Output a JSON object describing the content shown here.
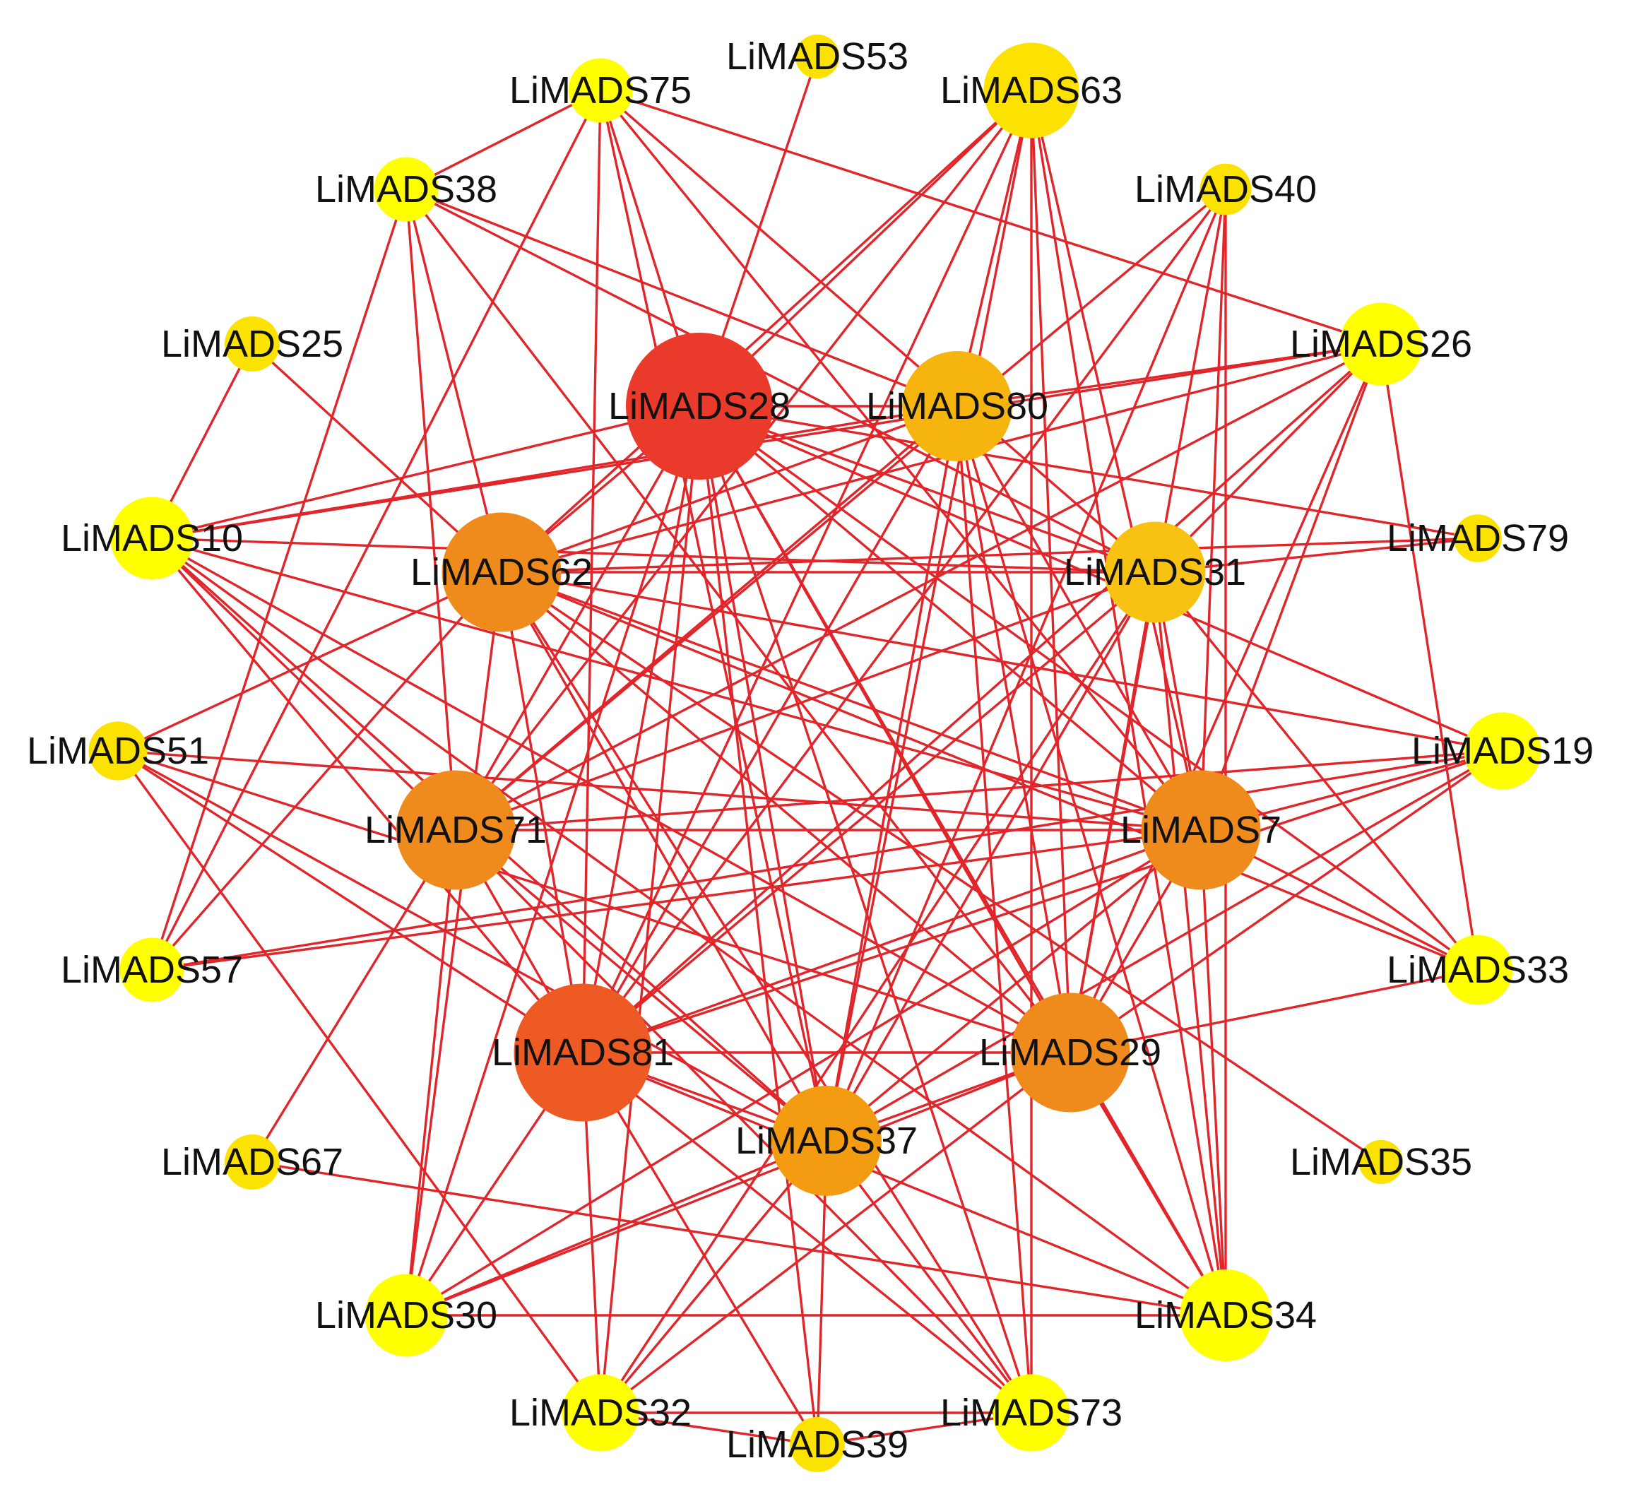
{
  "colors": {
    "edge": "#e0262a",
    "background": "#ffffff",
    "label": "#111111",
    "degree_scale": [
      "#ffff00",
      "#fce200",
      "#f7c212",
      "#f39c12",
      "#ef8a1c",
      "#ee5a24",
      "#ea3a2c"
    ]
  },
  "network": {
    "nodes": [
      {
        "id": "LiMADS28",
        "label": "LiMADS28",
        "color": "#ea3a2c",
        "size": 8
      },
      {
        "id": "LiMADS80",
        "label": "LiMADS80",
        "color": "#f5b50e",
        "size": 6
      },
      {
        "id": "LiMADS62",
        "label": "LiMADS62",
        "color": "#ef8a1c",
        "size": 6.5
      },
      {
        "id": "LiMADS31",
        "label": "LiMADS31",
        "color": "#f7c212",
        "size": 5.5
      },
      {
        "id": "LiMADS71",
        "label": "LiMADS71",
        "color": "#ef8a1c",
        "size": 6.5
      },
      {
        "id": "LiMADS7",
        "label": "LiMADS7",
        "color": "#ef8a1c",
        "size": 6.5
      },
      {
        "id": "LiMADS81",
        "label": "LiMADS81",
        "color": "#ee5a24",
        "size": 7.5
      },
      {
        "id": "LiMADS29",
        "label": "LiMADS29",
        "color": "#ef8a1c",
        "size": 6.5
      },
      {
        "id": "LiMADS37",
        "label": "LiMADS37",
        "color": "#f39c12",
        "size": 6
      },
      {
        "id": "LiMADS53",
        "label": "LiMADS53",
        "color": "#fce200",
        "size": 2.4
      },
      {
        "id": "LiMADS63",
        "label": "LiMADS63",
        "color": "#fce200",
        "size": 5.2
      },
      {
        "id": "LiMADS75",
        "label": "LiMADS75",
        "color": "#ffff00",
        "size": 3.5
      },
      {
        "id": "LiMADS38",
        "label": "LiMADS38",
        "color": "#ffff00",
        "size": 3.5
      },
      {
        "id": "LiMADS40",
        "label": "LiMADS40",
        "color": "#fce200",
        "size": 2.8
      },
      {
        "id": "LiMADS25",
        "label": "LiMADS25",
        "color": "#fce200",
        "size": 3
      },
      {
        "id": "LiMADS26",
        "label": "LiMADS26",
        "color": "#ffff00",
        "size": 4.5
      },
      {
        "id": "LiMADS10",
        "label": "LiMADS10",
        "color": "#ffff00",
        "size": 4.5
      },
      {
        "id": "LiMADS79",
        "label": "LiMADS79",
        "color": "#fce200",
        "size": 2.6
      },
      {
        "id": "LiMADS51",
        "label": "LiMADS51",
        "color": "#fce200",
        "size": 3.2
      },
      {
        "id": "LiMADS19",
        "label": "LiMADS19",
        "color": "#ffff00",
        "size": 4.2
      },
      {
        "id": "LiMADS57",
        "label": "LiMADS57",
        "color": "#ffff00",
        "size": 3.5
      },
      {
        "id": "LiMADS33",
        "label": "LiMADS33",
        "color": "#ffff00",
        "size": 3.8
      },
      {
        "id": "LiMADS67",
        "label": "LiMADS67",
        "color": "#fce200",
        "size": 3
      },
      {
        "id": "LiMADS35",
        "label": "LiMADS35",
        "color": "#fce200",
        "size": 2.4
      },
      {
        "id": "LiMADS30",
        "label": "LiMADS30",
        "color": "#ffff00",
        "size": 4.5
      },
      {
        "id": "LiMADS34",
        "label": "LiMADS34",
        "color": "#ffff00",
        "size": 5
      },
      {
        "id": "LiMADS32",
        "label": "LiMADS32",
        "color": "#ffff00",
        "size": 4.2
      },
      {
        "id": "LiMADS73",
        "label": "LiMADS73",
        "color": "#ffff00",
        "size": 4.2
      },
      {
        "id": "LiMADS39",
        "label": "LiMADS39",
        "color": "#fce200",
        "size": 3
      }
    ],
    "edges": [
      [
        "LiMADS28",
        "LiMADS75"
      ],
      [
        "LiMADS28",
        "LiMADS53"
      ],
      [
        "LiMADS28",
        "LiMADS63"
      ],
      [
        "LiMADS28",
        "LiMADS10"
      ],
      [
        "LiMADS28",
        "LiMADS80"
      ],
      [
        "LiMADS28",
        "LiMADS31"
      ],
      [
        "LiMADS28",
        "LiMADS79"
      ],
      [
        "LiMADS28",
        "LiMADS7"
      ],
      [
        "LiMADS28",
        "LiMADS19"
      ],
      [
        "LiMADS28",
        "LiMADS29"
      ],
      [
        "LiMADS28",
        "LiMADS81"
      ],
      [
        "LiMADS28",
        "LiMADS37"
      ],
      [
        "LiMADS28",
        "LiMADS71"
      ],
      [
        "LiMADS28",
        "LiMADS30"
      ],
      [
        "LiMADS28",
        "LiMADS32"
      ],
      [
        "LiMADS28",
        "LiMADS34"
      ],
      [
        "LiMADS28",
        "LiMADS73"
      ],
      [
        "LiMADS28",
        "LiMADS62"
      ],
      [
        "LiMADS28",
        "LiMADS33"
      ],
      [
        "LiMADS28",
        "LiMADS39"
      ],
      [
        "LiMADS80",
        "LiMADS63"
      ],
      [
        "LiMADS80",
        "LiMADS38"
      ],
      [
        "LiMADS80",
        "LiMADS26"
      ],
      [
        "LiMADS80",
        "LiMADS62"
      ],
      [
        "LiMADS80",
        "LiMADS7"
      ],
      [
        "LiMADS80",
        "LiMADS81"
      ],
      [
        "LiMADS80",
        "LiMADS37"
      ],
      [
        "LiMADS80",
        "LiMADS71"
      ],
      [
        "LiMADS80",
        "LiMADS29"
      ],
      [
        "LiMADS80",
        "LiMADS73"
      ],
      [
        "LiMADS80",
        "LiMADS10"
      ],
      [
        "LiMADS80",
        "LiMADS34"
      ],
      [
        "LiMADS62",
        "LiMADS63"
      ],
      [
        "LiMADS62",
        "LiMADS26"
      ],
      [
        "LiMADS62",
        "LiMADS38"
      ],
      [
        "LiMADS62",
        "LiMADS25"
      ],
      [
        "LiMADS62",
        "LiMADS31"
      ],
      [
        "LiMADS62",
        "LiMADS79"
      ],
      [
        "LiMADS62",
        "LiMADS7"
      ],
      [
        "LiMADS62",
        "LiMADS19"
      ],
      [
        "LiMADS62",
        "LiMADS29"
      ],
      [
        "LiMADS62",
        "LiMADS81"
      ],
      [
        "LiMADS62",
        "LiMADS37"
      ],
      [
        "LiMADS62",
        "LiMADS51"
      ],
      [
        "LiMADS62",
        "LiMADS57"
      ],
      [
        "LiMADS62",
        "LiMADS33"
      ],
      [
        "LiMADS62",
        "LiMADS73"
      ],
      [
        "LiMADS62",
        "LiMADS30"
      ],
      [
        "LiMADS31",
        "LiMADS75"
      ],
      [
        "LiMADS31",
        "LiMADS38"
      ],
      [
        "LiMADS31",
        "LiMADS26"
      ],
      [
        "LiMADS31",
        "LiMADS79"
      ],
      [
        "LiMADS31",
        "LiMADS7"
      ],
      [
        "LiMADS31",
        "LiMADS71"
      ],
      [
        "LiMADS31",
        "LiMADS81"
      ],
      [
        "LiMADS31",
        "LiMADS29"
      ],
      [
        "LiMADS31",
        "LiMADS37"
      ],
      [
        "LiMADS31",
        "LiMADS34"
      ],
      [
        "LiMADS31",
        "LiMADS10"
      ],
      [
        "LiMADS31",
        "LiMADS32"
      ],
      [
        "LiMADS71",
        "LiMADS63"
      ],
      [
        "LiMADS71",
        "LiMADS40"
      ],
      [
        "LiMADS71",
        "LiMADS10"
      ],
      [
        "LiMADS71",
        "LiMADS7"
      ],
      [
        "LiMADS71",
        "LiMADS81"
      ],
      [
        "LiMADS71",
        "LiMADS37"
      ],
      [
        "LiMADS71",
        "LiMADS30"
      ],
      [
        "LiMADS71",
        "LiMADS67"
      ],
      [
        "LiMADS71",
        "LiMADS73"
      ],
      [
        "LiMADS71",
        "LiMADS26"
      ],
      [
        "LiMADS71",
        "LiMADS19"
      ],
      [
        "LiMADS71",
        "LiMADS38"
      ],
      [
        "LiMADS7",
        "LiMADS63"
      ],
      [
        "LiMADS7",
        "LiMADS40"
      ],
      [
        "LiMADS7",
        "LiMADS26"
      ],
      [
        "LiMADS7",
        "LiMADS19"
      ],
      [
        "LiMADS7",
        "LiMADS33"
      ],
      [
        "LiMADS7",
        "LiMADS81"
      ],
      [
        "LiMADS7",
        "LiMADS29"
      ],
      [
        "LiMADS7",
        "LiMADS37"
      ],
      [
        "LiMADS7",
        "LiMADS34"
      ],
      [
        "LiMADS7",
        "LiMADS57"
      ],
      [
        "LiMADS7",
        "LiMADS30"
      ],
      [
        "LiMADS7",
        "LiMADS51"
      ],
      [
        "LiMADS7",
        "LiMADS10"
      ],
      [
        "LiMADS7",
        "LiMADS75"
      ],
      [
        "LiMADS81",
        "LiMADS63"
      ],
      [
        "LiMADS81",
        "LiMADS75"
      ],
      [
        "LiMADS81",
        "LiMADS26"
      ],
      [
        "LiMADS81",
        "LiMADS40"
      ],
      [
        "LiMADS81",
        "LiMADS29"
      ],
      [
        "LiMADS81",
        "LiMADS37"
      ],
      [
        "LiMADS81",
        "LiMADS30"
      ],
      [
        "LiMADS81",
        "LiMADS32"
      ],
      [
        "LiMADS81",
        "LiMADS73"
      ],
      [
        "LiMADS81",
        "LiMADS39"
      ],
      [
        "LiMADS81",
        "LiMADS51"
      ],
      [
        "LiMADS81",
        "LiMADS10"
      ],
      [
        "LiMADS81",
        "LiMADS19"
      ],
      [
        "LiMADS81",
        "LiMADS34"
      ],
      [
        "LiMADS29",
        "LiMADS63"
      ],
      [
        "LiMADS29",
        "LiMADS26"
      ],
      [
        "LiMADS29",
        "LiMADS19"
      ],
      [
        "LiMADS29",
        "LiMADS33"
      ],
      [
        "LiMADS29",
        "LiMADS37"
      ],
      [
        "LiMADS29",
        "LiMADS34"
      ],
      [
        "LiMADS29",
        "LiMADS30"
      ],
      [
        "LiMADS29",
        "LiMADS32"
      ],
      [
        "LiMADS29",
        "LiMADS10"
      ],
      [
        "LiMADS29",
        "LiMADS38"
      ],
      [
        "LiMADS29",
        "LiMADS51"
      ],
      [
        "LiMADS29",
        "LiMADS40"
      ],
      [
        "LiMADS37",
        "LiMADS63"
      ],
      [
        "LiMADS37",
        "LiMADS40"
      ],
      [
        "LiMADS37",
        "LiMADS19"
      ],
      [
        "LiMADS37",
        "LiMADS30"
      ],
      [
        "LiMADS37",
        "LiMADS32"
      ],
      [
        "LiMADS37",
        "LiMADS73"
      ],
      [
        "LiMADS37",
        "LiMADS51"
      ],
      [
        "LiMADS37",
        "LiMADS10"
      ],
      [
        "LiMADS37",
        "LiMADS39"
      ],
      [
        "LiMADS37",
        "LiMADS75"
      ],
      [
        "LiMADS75",
        "LiMADS38"
      ],
      [
        "LiMADS75",
        "LiMADS26"
      ],
      [
        "LiMADS75",
        "LiMADS57"
      ],
      [
        "LiMADS38",
        "LiMADS57"
      ],
      [
        "LiMADS25",
        "LiMADS10"
      ],
      [
        "LiMADS10",
        "LiMADS26"
      ],
      [
        "LiMADS10",
        "LiMADS34"
      ],
      [
        "LiMADS51",
        "LiMADS32"
      ],
      [
        "LiMADS57",
        "LiMADS19"
      ],
      [
        "LiMADS67",
        "LiMADS34"
      ],
      [
        "LiMADS30",
        "LiMADS34"
      ],
      [
        "LiMADS32",
        "LiMADS73"
      ],
      [
        "LiMADS32",
        "LiMADS39"
      ],
      [
        "LiMADS39",
        "LiMADS73"
      ],
      [
        "LiMADS26",
        "LiMADS33"
      ],
      [
        "LiMADS40",
        "LiMADS34"
      ],
      [
        "LiMADS63",
        "LiMADS34"
      ],
      [
        "LiMADS63",
        "LiMADS73"
      ],
      [
        "LiMADS35",
        "LiMADS62"
      ],
      [
        "LiMADS33",
        "LiMADS31"
      ]
    ]
  }
}
